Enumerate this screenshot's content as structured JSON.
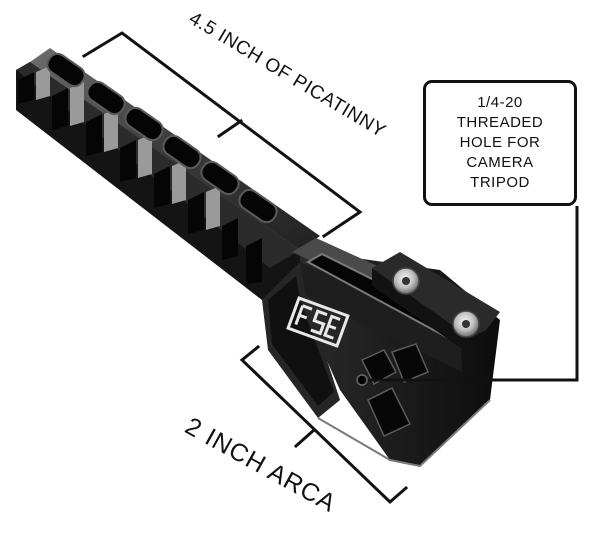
{
  "annotations": {
    "picatinny_label": "4.5 INCH OF PICATINNY",
    "arca_label": "2 INCH ARCA",
    "callout_lines": [
      "1/4-20",
      "THREADED",
      "HOLE FOR",
      "CAMERA",
      "TRIPOD"
    ]
  },
  "logo": {
    "text": "FSE",
    "icon": "fse-logo"
  },
  "colors": {
    "metal": "#1b1b1b",
    "highlight": "#8a8a8a",
    "line": "#111111",
    "background": "#ffffff"
  }
}
